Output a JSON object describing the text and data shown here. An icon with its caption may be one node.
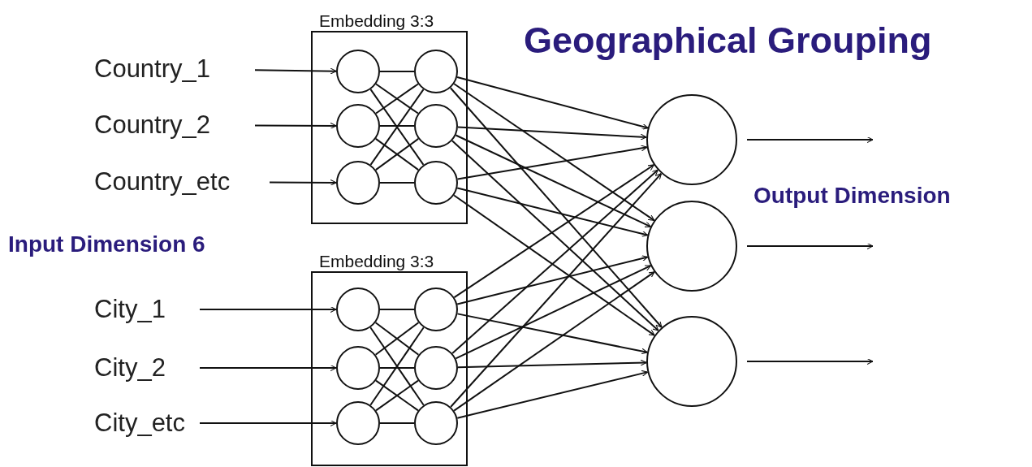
{
  "diagram": {
    "title": "Geographical Grouping",
    "nodes": [
      {
        "text": [
          "Country_1"
        ]
      },
      {
        "text": [
          "Country_2"
        ]
      },
      {
        "text": [
          "Country_etc"
        ]
      },
      {
        "text": [
          "Embedding 3:3"
        ]
      },
      {
        "text": [],
        "shape": "circle",
        "in": 3
      },
      {
        "text": [],
        "shape": "circle",
        "in": 3
      },
      {
        "text": [],
        "shape": "circle",
        "in": 3
      },
      {
        "text": [],
        "shape": "circle",
        "in": 3
      },
      {
        "text": [],
        "shape": "circle",
        "in": 3
      },
      {
        "text": [],
        "shape": "circle",
        "in": 3
      },
      {
        "text": [
          "City_1"
        ]
      },
      {
        "text": [
          "City_2"
        ]
      },
      {
        "text": [
          "City_etc"
        ]
      },
      {
        "text": [
          "Embedding 3:3"
        ]
      },
      {
        "text": [],
        "shape": "circle",
        "in": 13
      },
      {
        "text": [],
        "shape": "circle",
        "in": 13
      },
      {
        "text": [],
        "shape": "circle",
        "in": 13
      },
      {
        "text": [],
        "shape": "circle",
        "in": 13
      },
      {
        "text": [],
        "shape": "circle",
        "in": 13
      },
      {
        "text": [],
        "shape": "circle",
        "in": 13
      },
      {
        "text": [],
        "shape": "circle"
      },
      {
        "text": [],
        "shape": "circle"
      },
      {
        "text": [],
        "shape": "circle"
      }
    ],
    "edges": [
      {
        "from": 0,
        "to": 4,
        "arrow": "to"
      },
      {
        "from": 1,
        "to": 5,
        "arrow": "to"
      },
      {
        "from": 2,
        "to": 6,
        "arrow": "to"
      },
      {
        "from": 4,
        "to": 7,
        "arrow": "none"
      },
      {
        "from": 4,
        "to": 8,
        "arrow": "none"
      },
      {
        "from": 4,
        "to": 9,
        "arrow": "none"
      },
      {
        "from": 5,
        "to": 7,
        "arrow": "none"
      },
      {
        "from": 5,
        "to": 8,
        "arrow": "none"
      },
      {
        "from": 5,
        "to": 9,
        "arrow": "none"
      },
      {
        "from": 6,
        "to": 7,
        "arrow": "none"
      },
      {
        "from": 6,
        "to": 8,
        "arrow": "none"
      },
      {
        "from": 6,
        "to": 9,
        "arrow": "none"
      },
      {
        "from": 10,
        "to": 14,
        "arrow": "to"
      },
      {
        "from": 11,
        "to": 15,
        "arrow": "to"
      },
      {
        "from": 12,
        "to": 16,
        "arrow": "to"
      },
      {
        "from": 14,
        "to": 17,
        "arrow": "none"
      },
      {
        "from": 14,
        "to": 18,
        "arrow": "none"
      },
      {
        "from": 14,
        "to": 19,
        "arrow": "none"
      },
      {
        "from": 15,
        "to": 17,
        "arrow": "none"
      },
      {
        "from": 15,
        "to": 18,
        "arrow": "none"
      },
      {
        "from": 15,
        "to": 19,
        "arrow": "none"
      },
      {
        "from": 16,
        "to": 17,
        "arrow": "none"
      },
      {
        "from": 16,
        "to": 18,
        "arrow": "none"
      },
      {
        "from": 16,
        "to": 19,
        "arrow": "none"
      },
      {
        "from": 7,
        "to": 20,
        "arrow": "to"
      },
      {
        "from": 7,
        "to": 21,
        "arrow": "to"
      },
      {
        "from": 7,
        "to": 22,
        "arrow": "to"
      },
      {
        "from": 8,
        "to": 20,
        "arrow": "to"
      },
      {
        "from": 8,
        "to": 21,
        "arrow": "to"
      },
      {
        "from": 8,
        "to": 22,
        "arrow": "to"
      },
      {
        "from": 9,
        "to": 20,
        "arrow": "to"
      },
      {
        "from": 9,
        "to": 21,
        "arrow": "to"
      },
      {
        "from": 9,
        "to": 22,
        "arrow": "to"
      },
      {
        "from": 17,
        "to": 20,
        "arrow": "to"
      },
      {
        "from": 17,
        "to": 21,
        "arrow": "to"
      },
      {
        "from": 17,
        "to": 22,
        "arrow": "to"
      },
      {
        "from": 18,
        "to": 20,
        "arrow": "to"
      },
      {
        "from": 18,
        "to": 21,
        "arrow": "to"
      },
      {
        "from": 18,
        "to": 22,
        "arrow": "to"
      },
      {
        "from": 19,
        "to": 20,
        "arrow": "to"
      },
      {
        "from": 19,
        "to": 21,
        "arrow": "to"
      },
      {
        "from": 19,
        "to": 22,
        "arrow": "to"
      },
      {
        "from": 20,
        "to": null,
        "arrow": "to"
      },
      {
        "from": 21,
        "to": null,
        "arrow": "to"
      },
      {
        "from": 22,
        "to": null,
        "arrow": "to"
      }
    ],
    "labels": [
      "Input Dimension 6",
      "Output Dimension"
    ]
  }
}
